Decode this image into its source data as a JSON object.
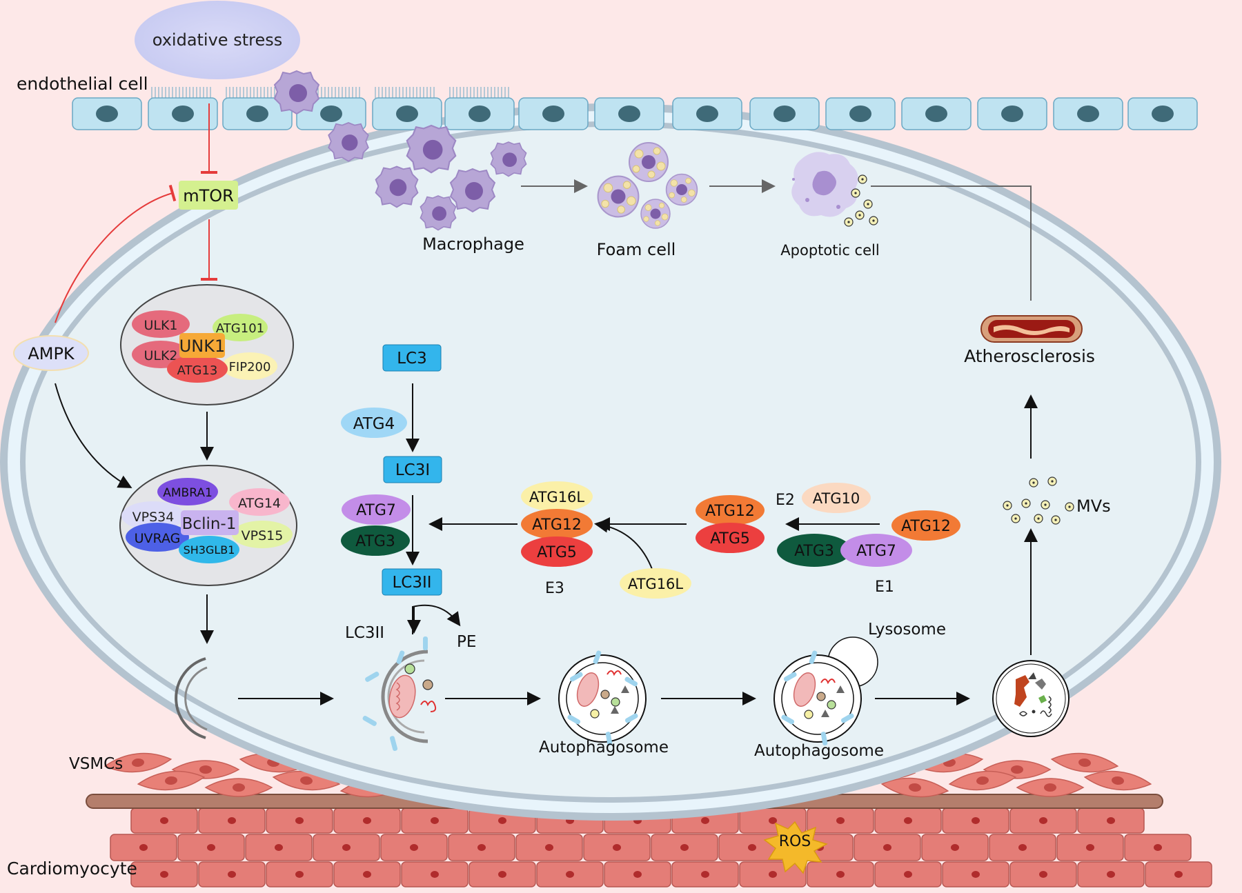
{
  "labels": {
    "oxidative_stress": "oxidative stress",
    "endothelial_cell": "endothelial cell",
    "mtor": "mTOR",
    "ampk": "AMPK",
    "macrophage": "Macrophage",
    "foam_cell": "Foam cell",
    "apoptotic_cell": "Apoptotic cell",
    "atherosclerosis": "Atherosclerosis",
    "mvs": "MVs",
    "lysosome": "Lysosome",
    "autophagosome_1": "Autophagosome",
    "autophagosome_2": "Autophagosome",
    "vsmcs": "VSMCs",
    "cardiomyocyte": "Cardiomyocyte",
    "ros": "ROS",
    "lc3ii_vesicle": "LC3II",
    "pe": "PE",
    "e1": "E1",
    "e2": "E2",
    "e3": "E3"
  },
  "ulk_complex": {
    "center": "UNK1",
    "ulk1": "ULK1",
    "ulk2": "ULK2",
    "atg101": "ATG101",
    "atg13": "ATG13",
    "fip200": "FIP200"
  },
  "beclin_complex": {
    "center": "Bclin-1",
    "ambra1": "AMBRA1",
    "atg14": "ATG14",
    "vps34": "VPS34",
    "vps15": "VPS15",
    "uvrag": "UVRAG",
    "sh3glb1": "SH3GLB1"
  },
  "lc3_pathway": {
    "lc3": "LC3",
    "lc3i": "LC3I",
    "lc3ii": "LC3II",
    "atg4": "ATG4",
    "atg7": "ATG7",
    "atg3": "ATG3"
  },
  "conjugation": {
    "e3_atg16l": "ATG16L",
    "e3_atg12": "ATG12",
    "e3_atg5": "ATG5",
    "atg16l_input": "ATG16L",
    "e2_atg12": "ATG12",
    "e2_atg5": "ATG5",
    "atg10": "ATG10",
    "e1_atg12": "ATG12",
    "e1_atg3": "ATG3",
    "e1_atg7": "ATG7"
  },
  "colors": {
    "background": "#fde8e8",
    "cell_fill": "#e7f1f5",
    "membrane": "#b4c3cf",
    "mtor_box": "#d4f08f",
    "lc3_box": "#33b5ec",
    "inhibit_line": "#e53b3b"
  }
}
